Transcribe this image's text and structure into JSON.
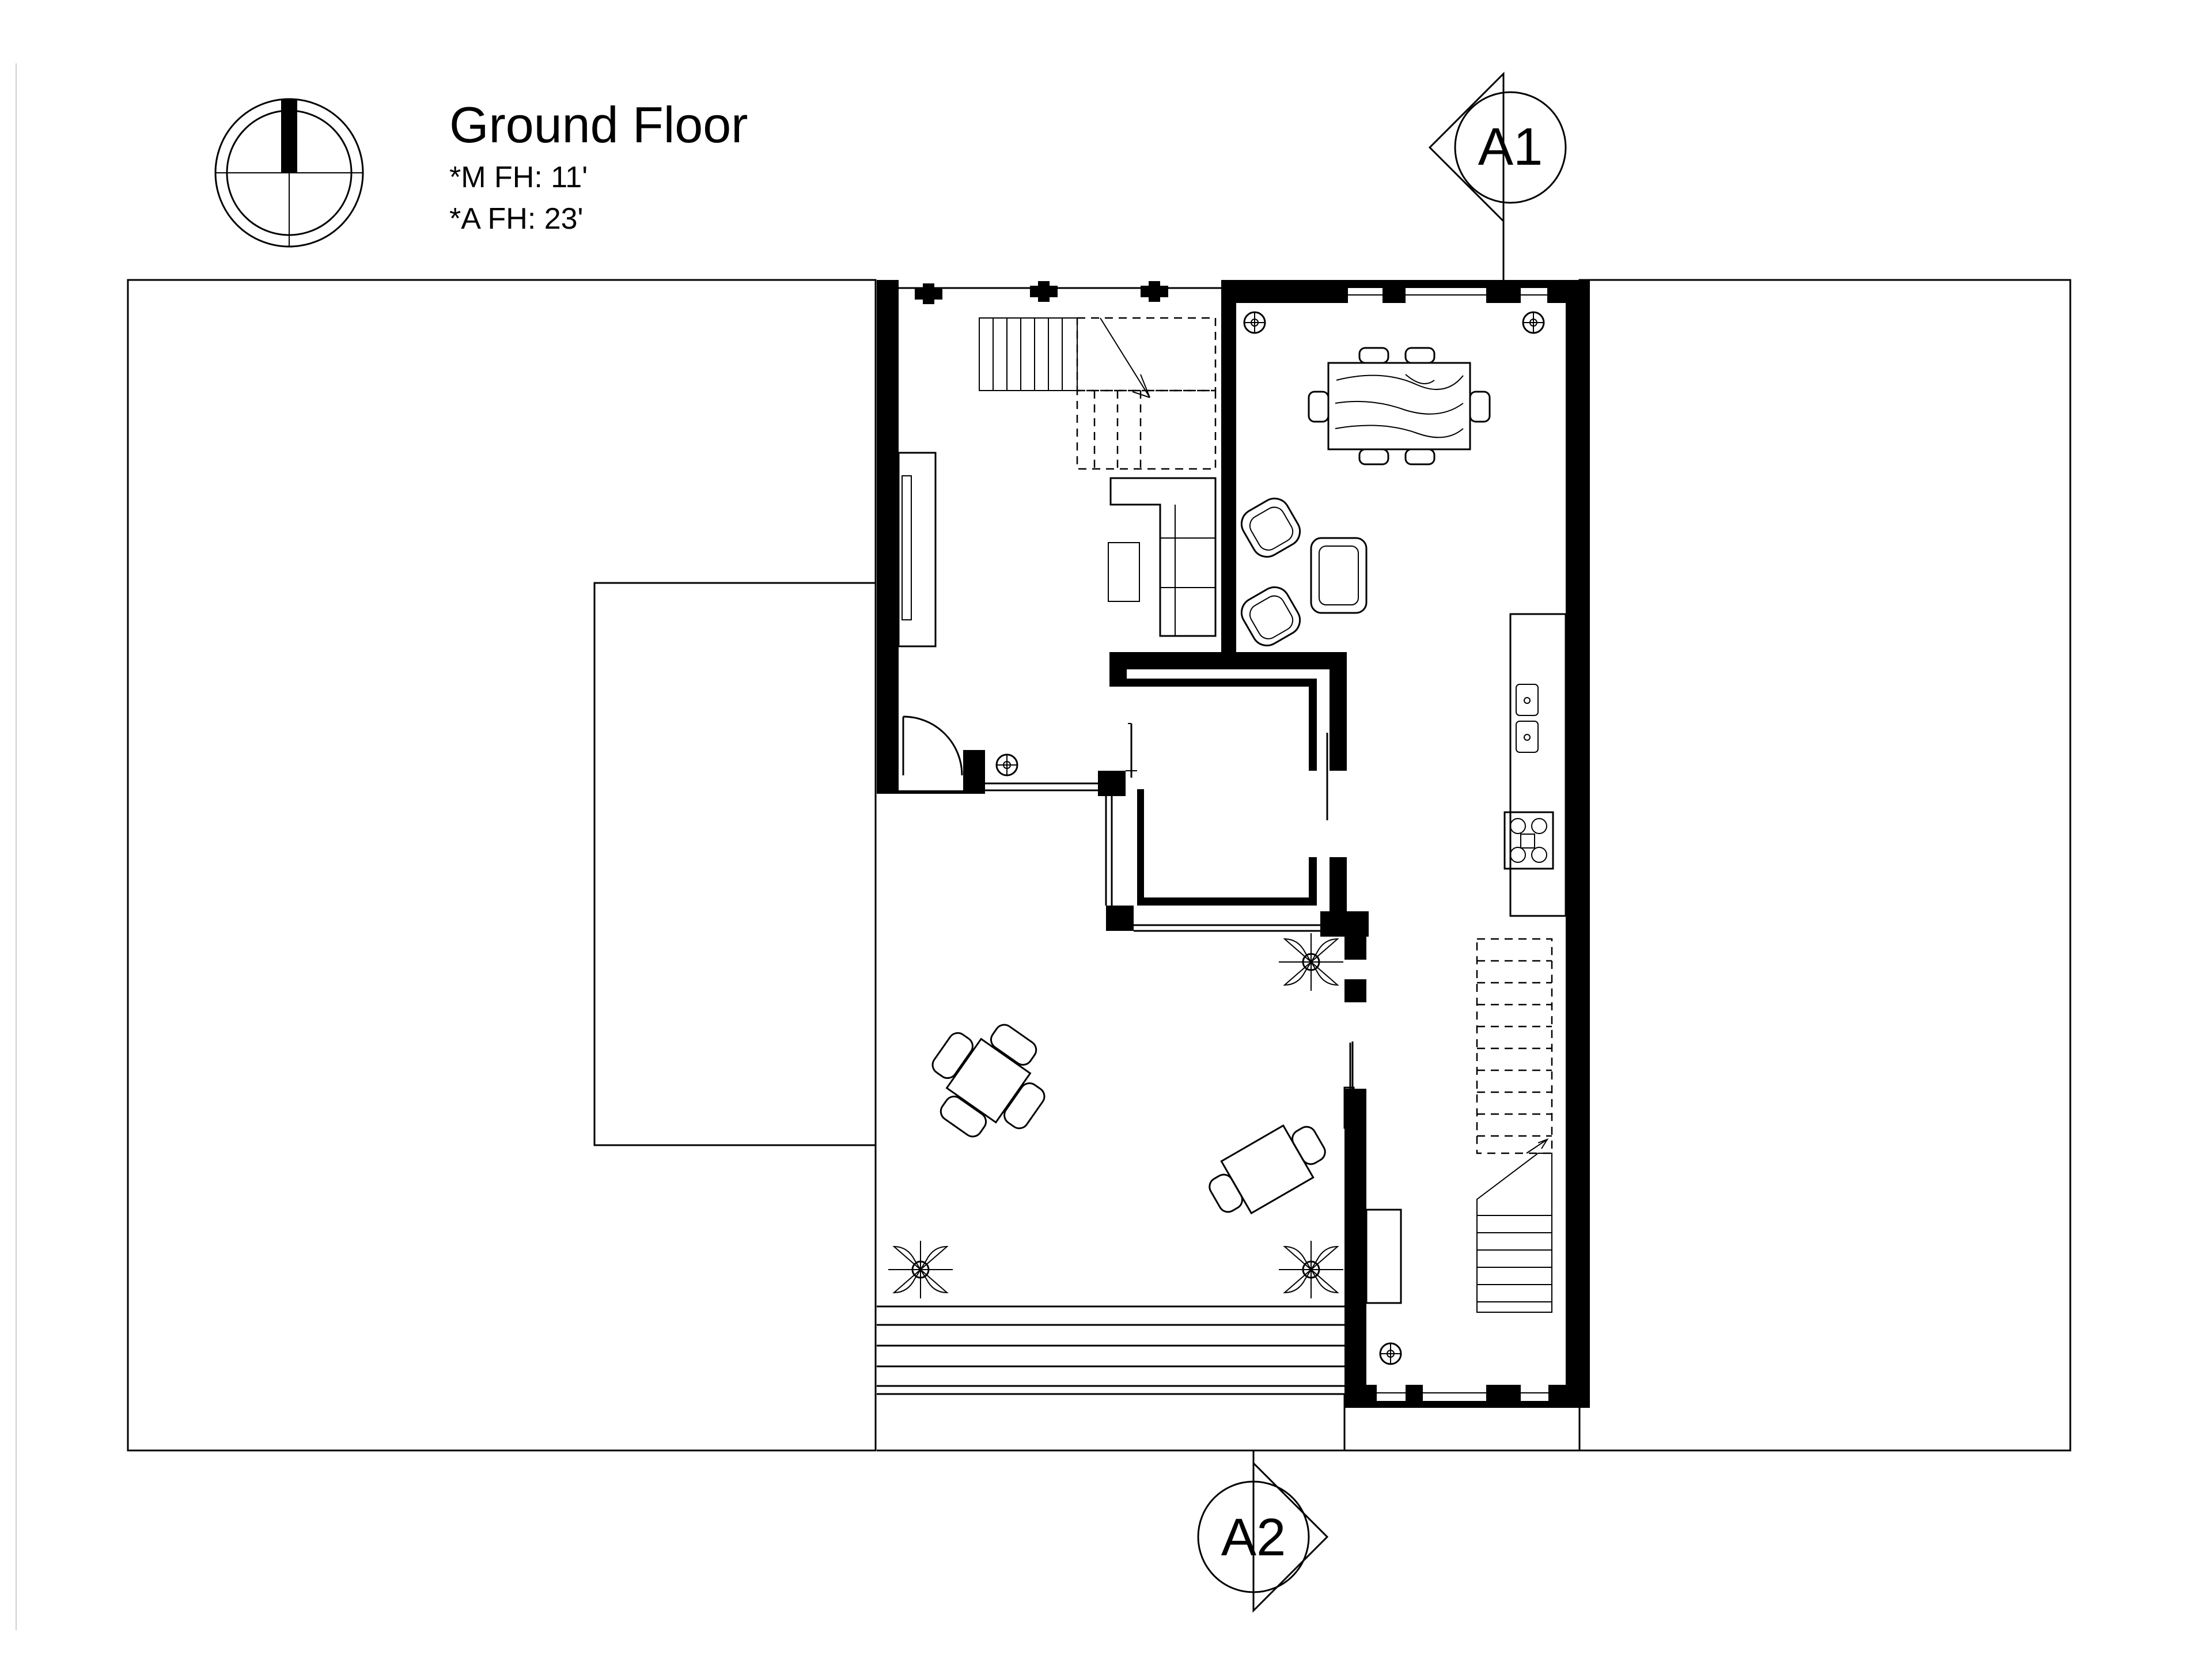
{
  "drawing": {
    "title": "Ground Floor",
    "notes": [
      "*M  FH: 11'",
      "*A  FH: 23'"
    ],
    "section_markers": [
      {
        "label": "A1",
        "direction": "left"
      },
      {
        "label": "A2",
        "direction": "right"
      }
    ],
    "icons": [
      "north-arrow-icon",
      "section-marker-icon",
      "plant-icon",
      "column-icon",
      "chair-icon",
      "table-icon",
      "sink-icon",
      "stove-icon",
      "stair-icon",
      "door-swing-icon"
    ]
  }
}
